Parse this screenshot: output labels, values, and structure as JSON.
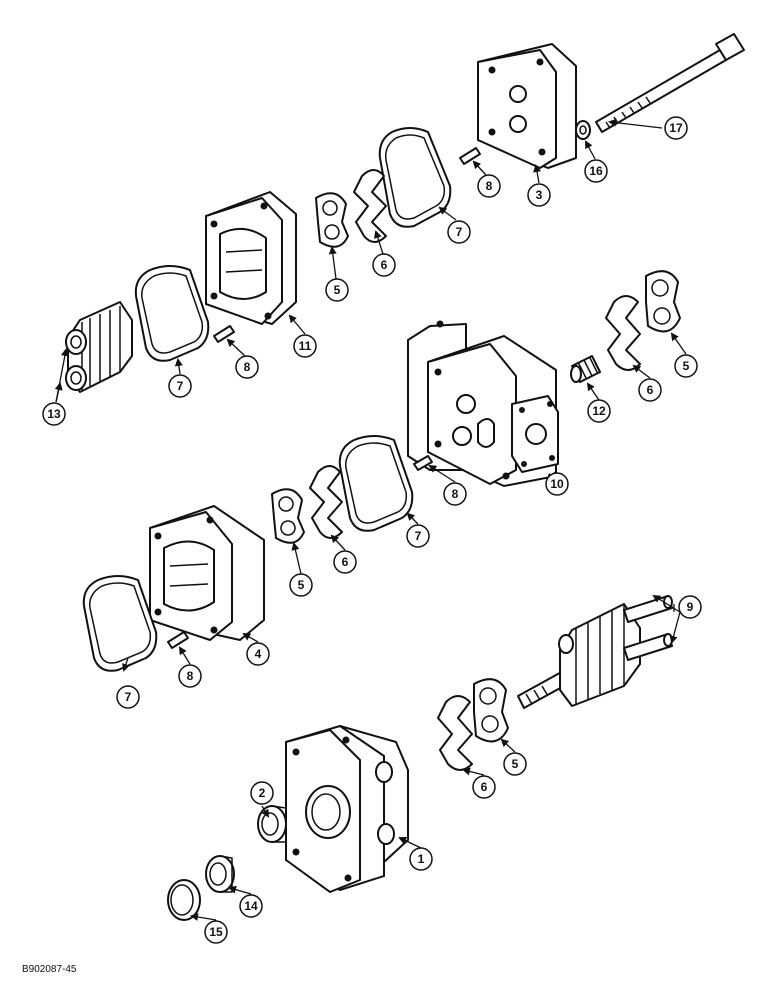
{
  "drawing_code": "B902087-45",
  "callouts": [
    "1",
    "2",
    "3",
    "4",
    "5",
    "5",
    "5",
    "5",
    "6",
    "6",
    "6",
    "6",
    "7",
    "7",
    "7",
    "7",
    "8",
    "8",
    "8",
    "8",
    "9",
    "10",
    "11",
    "12",
    "13",
    "14",
    "15",
    "16",
    "17"
  ]
}
